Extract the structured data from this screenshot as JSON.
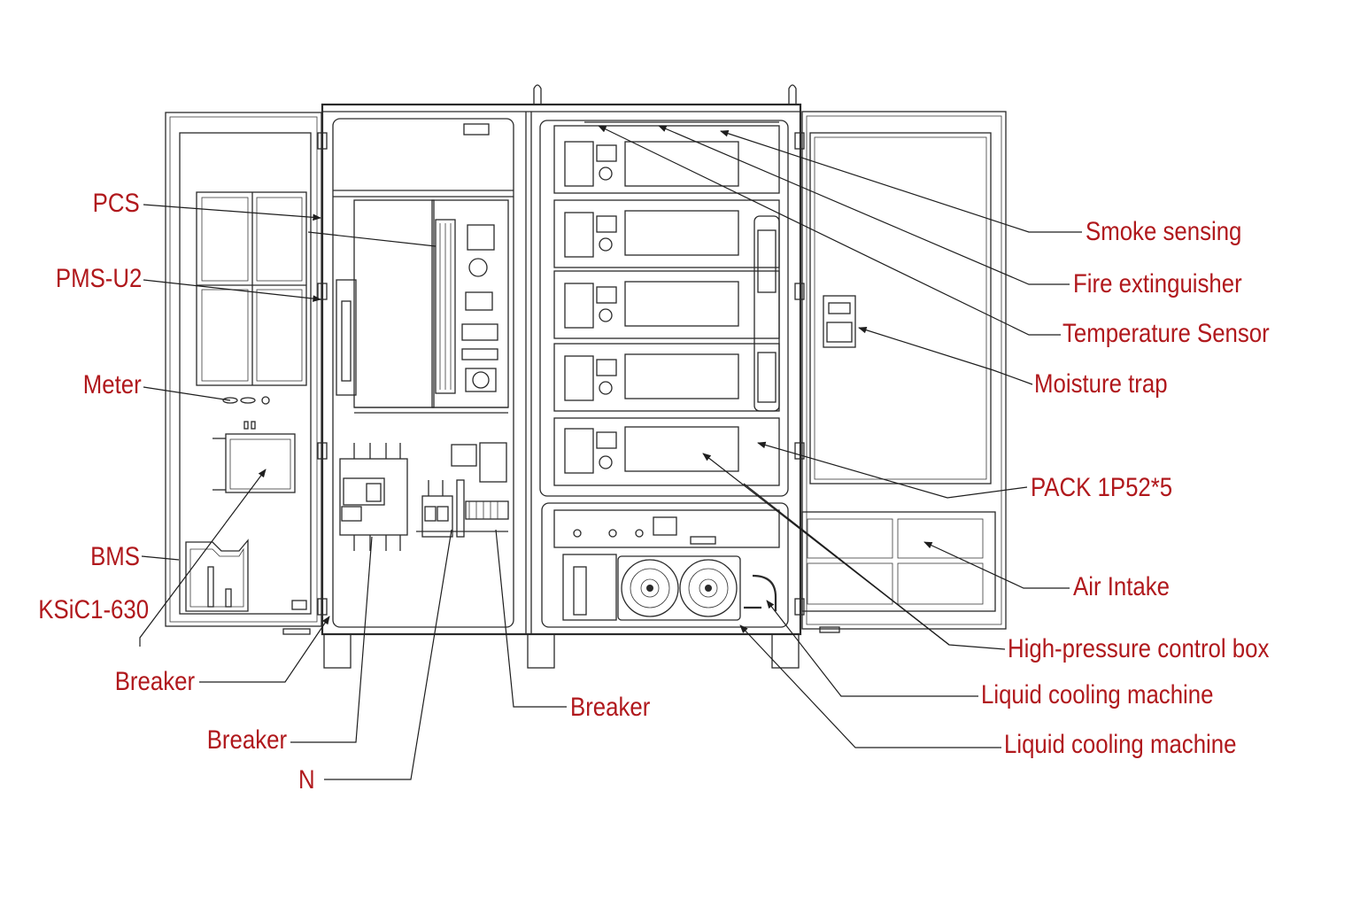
{
  "labels_left": {
    "pcs": "PCS",
    "pms": "PMS-U2",
    "meter": "Meter",
    "bms": "BMS",
    "ksic": "KSiC1-630",
    "breaker_a": "Breaker",
    "breaker_b": "Breaker",
    "n": "N"
  },
  "labels_center": {
    "breaker_c": "Breaker"
  },
  "labels_right": {
    "smoke": "Smoke sensing",
    "fire": "Fire extinguisher",
    "temp": "Temperature Sensor",
    "moisture": "Moisture trap",
    "pack": "PACK 1P52*5",
    "air": "Air Intake",
    "hp_box": "High-pressure control box",
    "cooling_1": "Liquid cooling machine",
    "cooling_2": "Liquid cooling machine"
  },
  "colors": {
    "label_text": "#b0181c",
    "line_art": "#2a2a2a",
    "background": "#ffffff"
  }
}
